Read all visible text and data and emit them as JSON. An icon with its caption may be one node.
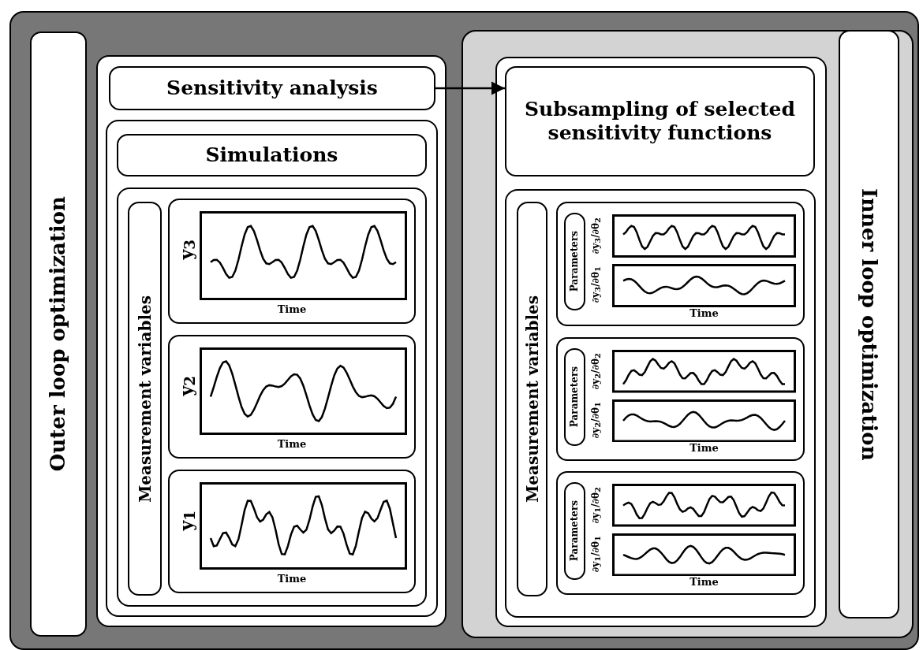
{
  "diagram": {
    "nodes": [
      {
        "text": [
          "Outer loop optimization"
        ]
      },
      {
        "text": [
          "Sensitivity analysis"
        ]
      },
      {
        "text": [
          "Simulations"
        ]
      },
      {
        "text": [
          "Measurement variables"
        ]
      },
      {
        "text": [
          "y$_{3}$",
          "Time"
        ]
      },
      {
        "text": [
          "y$_{2}$",
          "Time"
        ]
      },
      {
        "text": [
          "y$_{1}$",
          "Time"
        ]
      },
      {
        "text": [
          "Subsampling of selected sensitivity functions"
        ]
      },
      {
        "text": [
          "Measurement variables"
        ]
      },
      {
        "text": [
          "∂y$_{3}$/∂θ$_{2}$",
          "∂y$_{3}$/∂θ$_{1}$",
          "Time"
        ]
      },
      {
        "text": [
          "Parameters"
        ],
        "in": 9
      },
      {
        "text": [
          "∂y$_{2}$/∂θ$_{2}$",
          "∂y$_{2}$/∂θ$_{1}$",
          "Time"
        ]
      },
      {
        "text": [
          "Parameters"
        ],
        "in": 11
      },
      {
        "text": [
          "∂y$_{1}$/∂θ$_{2}$",
          "∂y$_{1}$/∂θ$_{1}$",
          "Time"
        ]
      },
      {
        "text": [
          "Parameters"
        ],
        "in": 13
      },
      {
        "text": [
          "Inner loop optimization"
        ]
      }
    ],
    "edges": [
      {
        "from": 1,
        "to": 7,
        "arrow": "to"
      }
    ]
  }
}
